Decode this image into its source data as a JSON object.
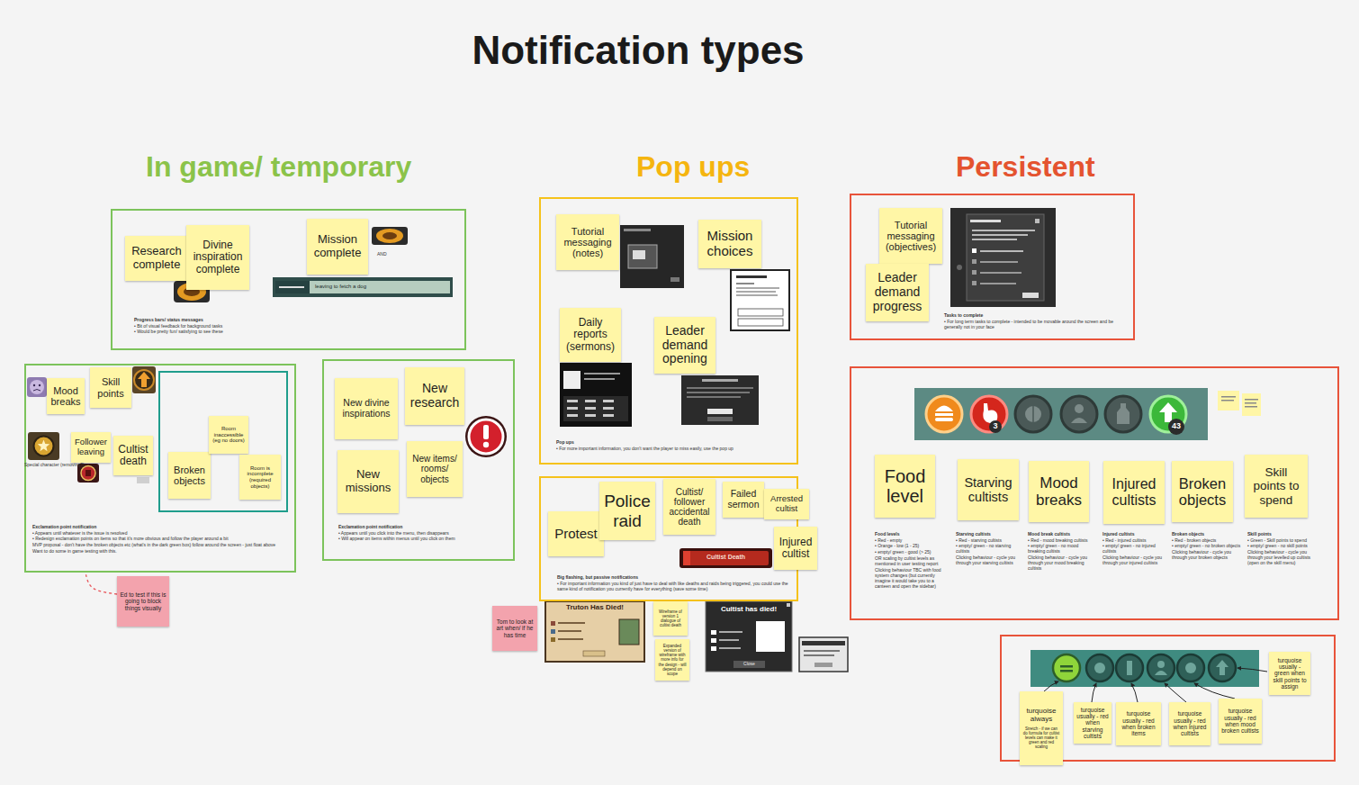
{
  "diagram": {
    "title": "Notification types",
    "nodes": [
      {
        "text": [
          "Progress bars/ status messages",
          "• Bit of visual feedback for background tasks",
          "• Would be pretty fun/ satisfying to see these"
        ]
      },
      {
        "text": [
          "Research complete"
        ],
        "in": 0
      },
      {
        "text": [
          "Divine inspiration complete"
        ],
        "in": 0
      },
      {
        "text": [
          "Mission complete"
        ],
        "in": 0
      },
      {
        "text": [
          "Exclamation point notification",
          "• Appears until whatever is the issue is resolved",
          "• Redesign exclamation points on items so that it's more obvious and follow the player around a bit",
          "MVP proposal - don't have the broken objects etc (what's in the dark green box) follow around the screen - just float above",
          "Want to do some in game testing with this."
        ]
      },
      {
        "text": [
          "Mood breaks"
        ],
        "in": 4
      },
      {
        "text": [
          "Skill points"
        ],
        "in": 4
      },
      {
        "text": [
          "Follower leaving"
        ],
        "in": 4
      },
      {
        "text": [
          "Cultist death"
        ],
        "in": 4
      },
      {
        "text": [],
        "in": 4
      },
      {
        "text": [
          "Broken objects"
        ],
        "in": 9
      },
      {
        "text": [
          "Room inaccessible (eg no doors)"
        ],
        "in": 9
      },
      {
        "text": [
          "Room is incomplete (required objects)"
        ],
        "in": 9
      },
      {
        "text": [
          "Ed to test if this is going to block things visually"
        ]
      },
      {
        "text": [
          "Exclamation point notification",
          "• Appears until you click into the menu, then disappears",
          "• Will appear on items within menus until you click on them"
        ]
      },
      {
        "text": [
          "New divine inspirations"
        ],
        "in": 14
      },
      {
        "text": [
          "New research"
        ],
        "in": 14
      },
      {
        "text": [
          "New missions"
        ],
        "in": 14
      },
      {
        "text": [
          "New items/ rooms/ objects"
        ],
        "in": 14
      },
      {
        "text": [
          "Pop ups",
          "• For more important information, you don't want the player to miss easily, use the pop up"
        ]
      },
      {
        "text": [
          "Tutorial messaging (notes)"
        ],
        "in": 19
      },
      {
        "text": [
          "Mission choices"
        ],
        "in": 19
      },
      {
        "text": [
          "Daily reports (sermons)"
        ],
        "in": 19
      },
      {
        "text": [
          "Leader demand opening"
        ],
        "in": 19
      },
      {
        "text": [
          "Big flashing, but passive notifications",
          "• For important information you kind of just have to deal with like deaths and raids being triggered, you could use the same kind of notification you currently have for everything (save some time)"
        ]
      },
      {
        "text": [
          "Protest"
        ],
        "in": 24
      },
      {
        "text": [
          "Police raid"
        ],
        "in": 24
      },
      {
        "text": [
          "Cultist/ follower accidental death"
        ],
        "in": 24
      },
      {
        "text": [
          "Failed sermon"
        ],
        "in": 24
      },
      {
        "text": [
          "Arrested cultist"
        ],
        "in": 24
      },
      {
        "text": [
          "Injured cultist"
        ],
        "in": 24
      },
      {
        "text": [
          "Tom to look at art when/ if he has time"
        ]
      },
      {
        "text": [
          "Wireframe of version 1 dialogue of cultist death"
        ]
      },
      {
        "text": [
          "Expanded version of wireframe with more info for the design - will depend on scope"
        ]
      },
      {
        "text": [
          "Tasks to complete",
          "• For long term tasks to complete - intended to be movable around the screen and be generally not in your face"
        ]
      },
      {
        "text": [
          "Tutorial messaging (objectives)"
        ],
        "in": 34
      },
      {
        "text": [
          "Leader demand progress"
        ],
        "in": 34
      },
      {
        "text": [
          "Food levels",
          "• Red - empty",
          "• Orange - low (1 - 25)",
          "• empty/ green - good (> 25)",
          "OR scaling by cultist levels as mentioned in user testing report",
          "Clicking behaviour TBC with food system changes (but currently imagine it would take you to a canteen and open the sidebar)",
          "Starving cultists",
          "• Red - starving cultists",
          "• empty/ green - no starving cultists",
          "Clicking behaviour - cycle you through your starving cultists",
          "Mood break cultists",
          "• Red - mood breaking cultists",
          "• empty/ green - no mood breaking cultists",
          "Clicking behaviour - cycle you through your mood breaking cultists",
          "Injured cultists",
          "• Red - injured cultists",
          "• empty/ green - no injured cultists",
          "Clicking behaviour - cycle you through your injured cultists",
          "Broken objects",
          "• Red - broken objects",
          "• empty/ green - no broken objects",
          "Clicking behaviour - cycle you through your broken objects",
          "Skill points",
          "• Green - Skill points to spend",
          "• empty/ green - no skill points",
          "Clicking behaviour - cycle you through your levelled up cultists (open on the skill menu)"
        ]
      },
      {
        "text": [
          "Food level"
        ],
        "in": 37
      },
      {
        "text": [
          "Starving cultists"
        ],
        "in": 37
      },
      {
        "text": [
          "Mood breaks"
        ],
        "in": 37
      },
      {
        "text": [
          "Injured cultists"
        ],
        "in": 37
      },
      {
        "text": [
          "Broken objects"
        ],
        "in": 37
      },
      {
        "text": [
          "Skill points to spend"
        ],
        "in": 37
      },
      {
        "text": []
      },
      {
        "text": [
          "turquoise always",
          "Stretch - if we can do formula for cultist levels can make it green and red scaling"
        ],
        "in": 44
      },
      {
        "text": [
          "turquoise usually - red when starving cultists"
        ],
        "in": 44
      },
      {
        "text": [
          "turquoise usually - red when broken items"
        ],
        "in": 44
      },
      {
        "text": [
          "turquoise usually - red when injured cultists"
        ],
        "in": 44
      },
      {
        "text": [
          "turquoise usually - red when mood broken cultists"
        ],
        "in": 44
      },
      {
        "text": [
          "turquoise usually - green when skill points to assign"
        ],
        "in": 44
      }
    ],
    "edges": [
      {
        "from": 13,
        "to": 4,
        "arrow": "none"
      }
    ],
    "labels": [
      "In game/ temporary",
      "Pop ups",
      "Persistent",
      "AND",
      "leaving to fetch a dog",
      "Special character (removing?)",
      "Cultist Death",
      "Truton Has Died!",
      "Cultist has died!",
      "Close",
      "3",
      "43"
    ]
  }
}
